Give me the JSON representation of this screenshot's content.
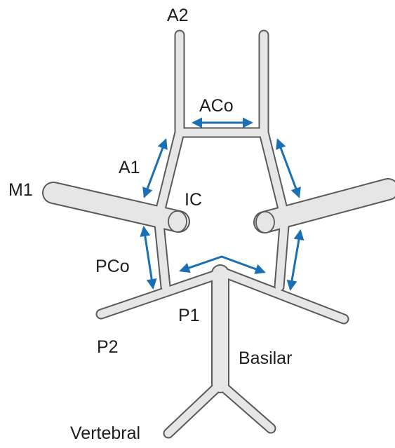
{
  "labels": {
    "a2": "A2",
    "aco": "ACo",
    "a1": "A1",
    "m1": "M1",
    "ic": "IC",
    "pco": "PCo",
    "p1": "P1",
    "p2": "P2",
    "basilar": "Basilar",
    "vertebral": "Vertebral"
  },
  "colors": {
    "arrow": "#1a6fb5",
    "vessel_fill": "#e6e6e6",
    "vessel_outline": "#5a5a5a",
    "text": "#1e1e1e"
  }
}
